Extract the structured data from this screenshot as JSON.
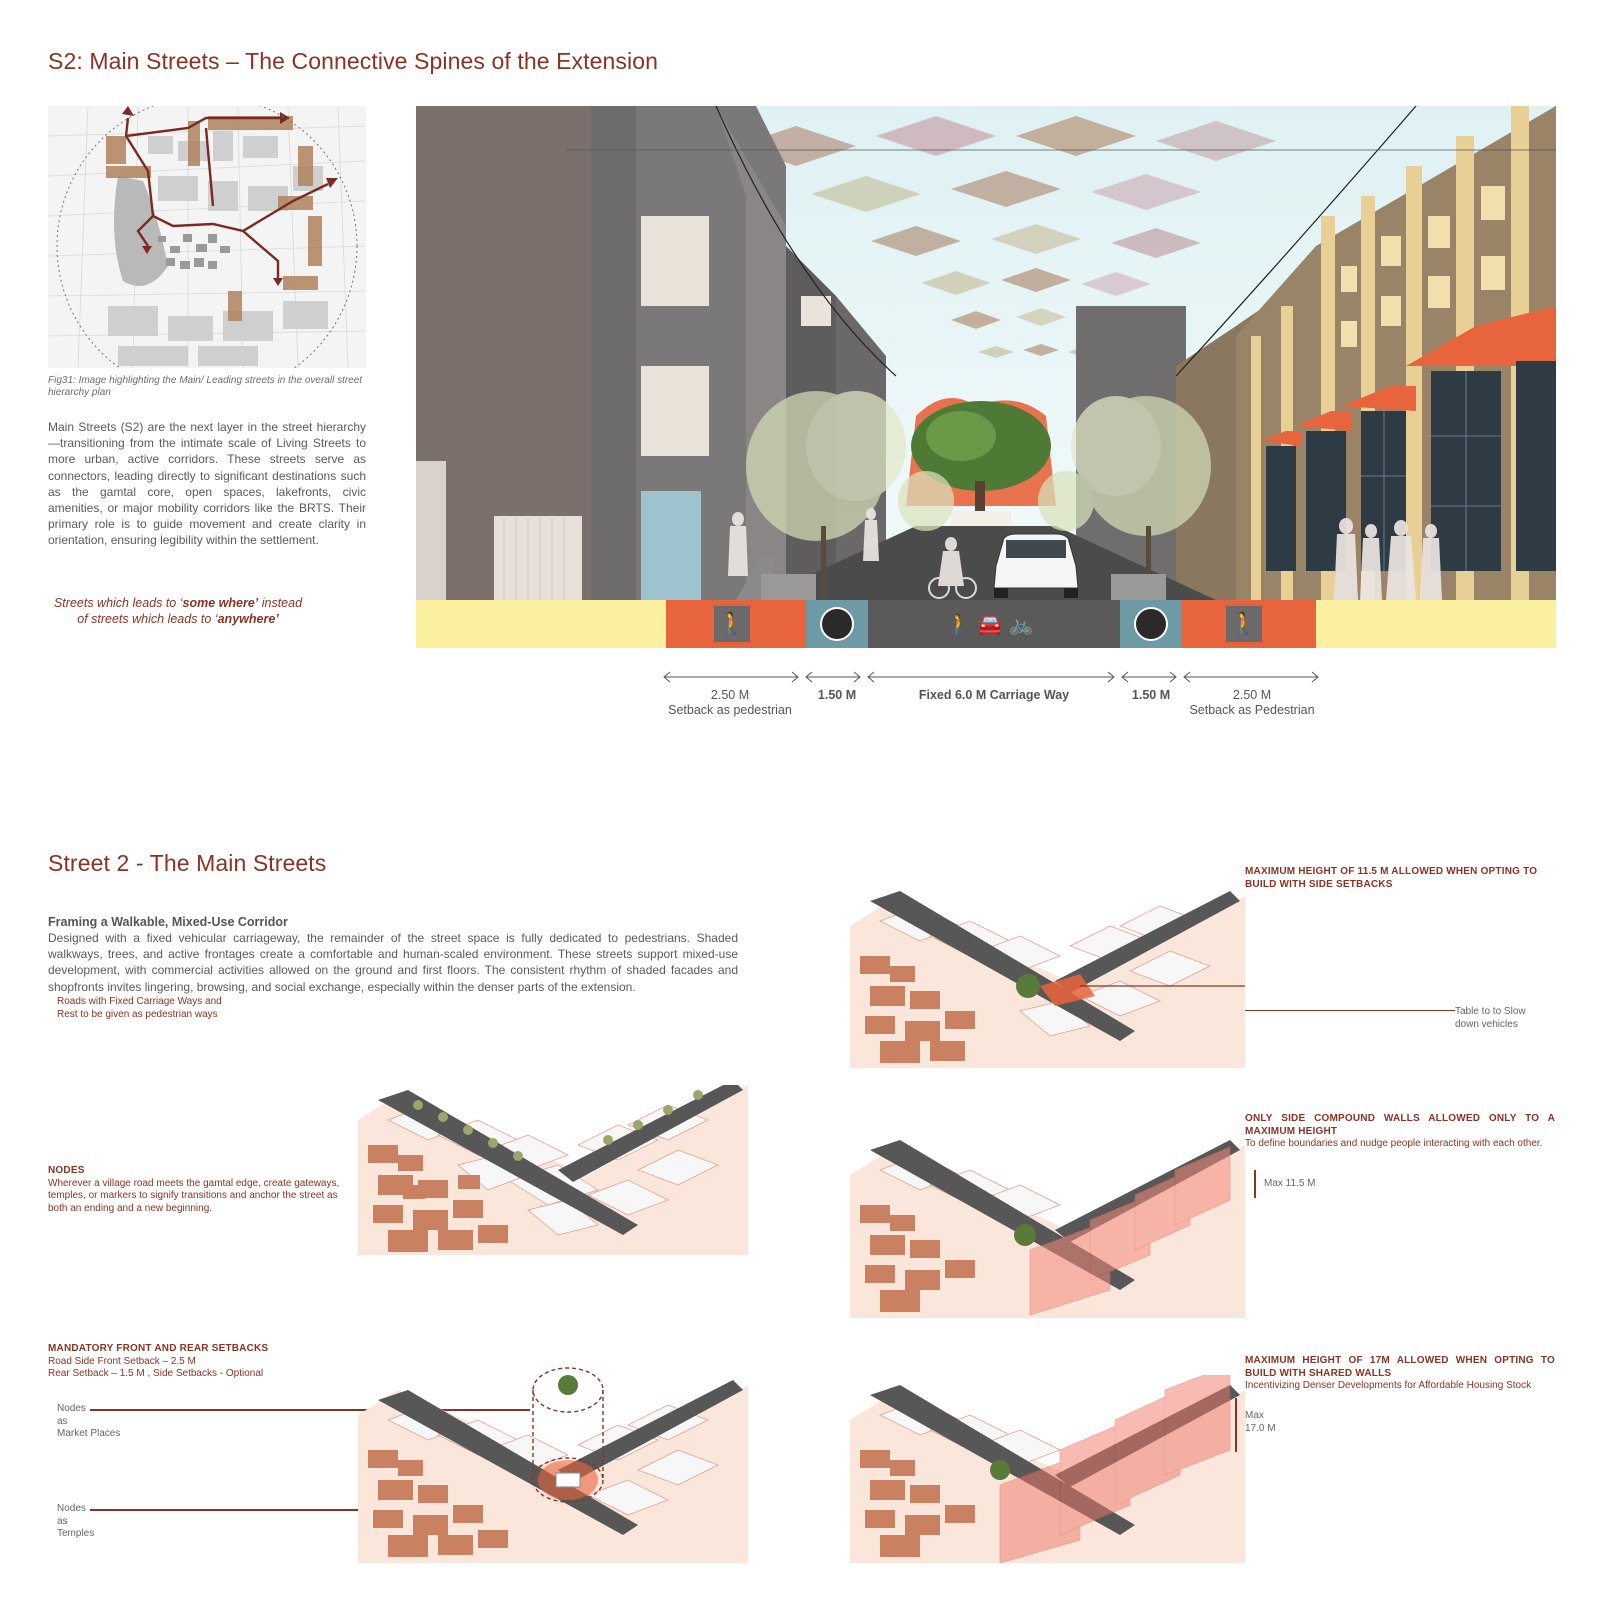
{
  "top": {
    "title": "S2: Main Streets – The Connective Spines of the Extension",
    "map_caption": "Fig31: Image highlighting the Main/ Leading streets in the overall street hierarchy plan",
    "intro": "Main Streets (S2) are the next layer in the street hierarchy—transitioning from the intimate scale of Living Streets to more urban, active corridors. These streets serve as connectors, leading directly to significant destinations such as the gamtal core, open spaces, lakefronts, civic amenities, or major mobility corridors like the BRTS. Their primary role is to guide movement and create clarity in orientation, ensuring legibility within the settlement.",
    "quote_line1_pre": "Streets which leads to ‘",
    "quote_line1_bold": "some where’",
    "quote_line1_post": " instead",
    "quote_line2_pre": "of streets which leads to ‘",
    "quote_line2_bold": "anywhere’"
  },
  "section": {
    "dims": [
      {
        "value": "2.50 M",
        "label": "Setback as pedestrian"
      },
      {
        "value": "1.50 M",
        "label": ""
      },
      {
        "value": "Fixed 6.0 M Carriage Way",
        "label": ""
      },
      {
        "value": "1.50 M",
        "label": ""
      },
      {
        "value": "2.50 M",
        "label": "Setback as Pedestrian"
      }
    ]
  },
  "bottom": {
    "title": "Street 2 - The Main Streets",
    "subtitle": "Framing a Walkable, Mixed-Use Corridor",
    "body": "Designed with a fixed vehicular carriageway, the remainder of the street space is fully dedicated to pedestrians. Shaded walkways, trees, and active frontages create a comfortable and human-scaled environment. These streets support mixed-use development, with commercial activities allowed on the ground and first floors. The consistent rhythm of shaded facades and shopfronts invites lingering, browsing, and social exchange, especially within the denser parts of the extension.",
    "note_a": "Roads with Fixed Carriage Ways and",
    "note_b": "Rest to be given as pedestrian ways",
    "nodes_head": "NODES",
    "nodes_text": "Wherever a village road meets the gamtal edge, create gateways, temples, or markers to signify transitions and anchor the street as both an ending and a new beginning.",
    "setback_head": "MANDATORY FRONT AND REAR SETBACKS",
    "setback_l1": "Road Side Front Setback – 2.5 M",
    "setback_l2": "Rear Setback – 1.5 M , Side Setbacks - Optional",
    "node1_a": "Nodes",
    "node1_b": "as",
    "node1_c": "Market Places",
    "node2_a": "Nodes",
    "node2_b": "as",
    "node2_c": "Temples",
    "r1_head": "MAXIMUM HEIGHT OF 11.5 M ALLOWED WHEN OPTING TO BUILD WITH SIDE SETBACKS",
    "table_a": "Table to to Slow",
    "table_b": "down vehicles",
    "r2_head": "ONLY SIDE COMPOUND WALLS ALLOWED ONLY TO A MAXIMUM HEIGHT",
    "r2_text": "To define boundaries and nudge people interacting with each other.",
    "max1": "Max 11.5 M",
    "r3_head": "MAXIMUM HEIGHT OF 17M ALLOWED WHEN OPTING TO BUILD WITH SHARED WALLS",
    "r3_text": "Incentivizing Denser Developments for Affordable Housing Stock",
    "max2_a": "Max",
    "max2_b": "17.0 M"
  },
  "colors": {
    "accent": "#8a3324",
    "orange": "#e8643c",
    "teal": "#6e9aa6",
    "road": "#5a5a5a",
    "yellow": "#fbf0a0",
    "brick": "#c98162",
    "tree": "#7a8a55"
  }
}
